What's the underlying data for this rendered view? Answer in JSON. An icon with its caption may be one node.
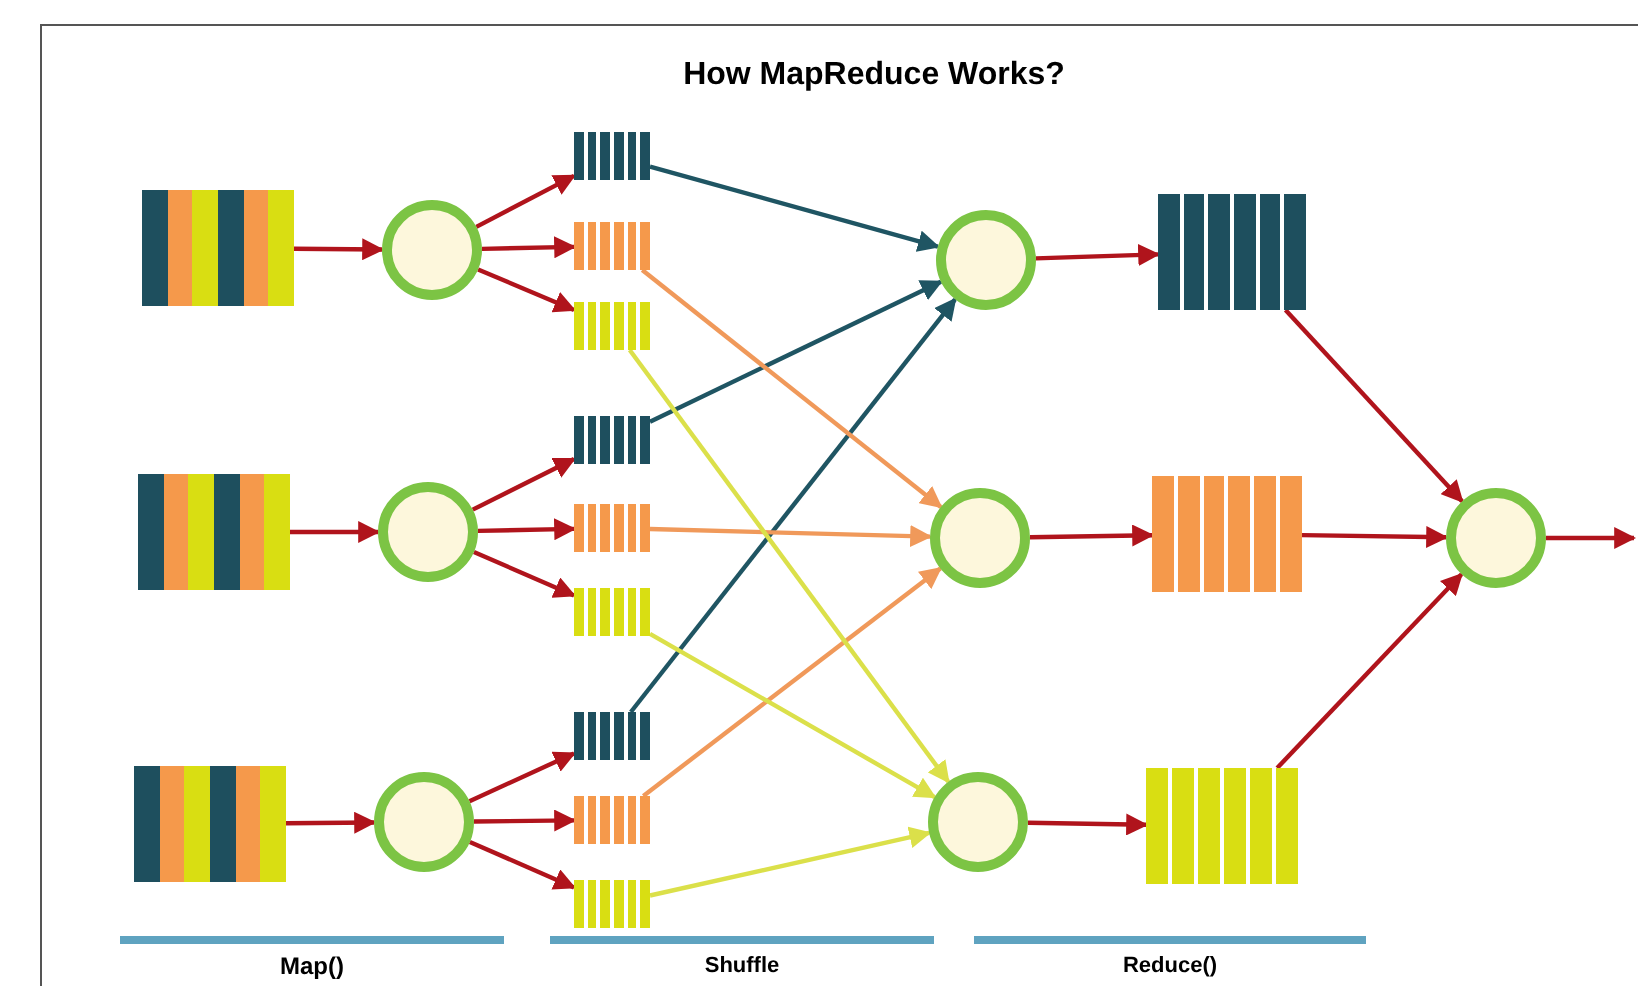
{
  "diagram": {
    "title": "How MapReduce Works?",
    "nodes": [
      {
        "text": [],
        "shape": "bar"
      },
      {
        "text": [],
        "shape": "bar"
      },
      {
        "text": [],
        "shape": "bar"
      },
      {
        "text": [],
        "shape": "circle"
      },
      {
        "text": [],
        "shape": "circle"
      },
      {
        "text": [],
        "shape": "circle"
      },
      {
        "text": [],
        "shape": "bar"
      },
      {
        "text": [],
        "shape": "bar"
      },
      {
        "text": [],
        "shape": "bar"
      },
      {
        "text": [],
        "shape": "bar"
      },
      {
        "text": [],
        "shape": "bar"
      },
      {
        "text": [],
        "shape": "bar"
      },
      {
        "text": [],
        "shape": "bar"
      },
      {
        "text": [],
        "shape": "bar"
      },
      {
        "text": [],
        "shape": "bar"
      },
      {
        "text": [],
        "shape": "circle"
      },
      {
        "text": [],
        "shape": "circle"
      },
      {
        "text": [],
        "shape": "circle"
      },
      {
        "text": [],
        "shape": "bar"
      },
      {
        "text": [],
        "shape": "bar"
      },
      {
        "text": [],
        "shape": "bar"
      },
      {
        "text": [],
        "shape": "circle"
      }
    ],
    "edges": [
      {
        "from": 0,
        "to": 3,
        "arrow": "to"
      },
      {
        "from": 1,
        "to": 4,
        "arrow": "to"
      },
      {
        "from": 2,
        "to": 5,
        "arrow": "to"
      },
      {
        "from": 3,
        "to": 6,
        "arrow": "to"
      },
      {
        "from": 3,
        "to": 7,
        "arrow": "to"
      },
      {
        "from": 3,
        "to": 8,
        "arrow": "to"
      },
      {
        "from": 4,
        "to": 9,
        "arrow": "to"
      },
      {
        "from": 4,
        "to": 10,
        "arrow": "to"
      },
      {
        "from": 4,
        "to": 11,
        "arrow": "to"
      },
      {
        "from": 5,
        "to": 12,
        "arrow": "to"
      },
      {
        "from": 5,
        "to": 13,
        "arrow": "to"
      },
      {
        "from": 5,
        "to": 14,
        "arrow": "to"
      },
      {
        "from": 6,
        "to": 15,
        "arrow": "to",
        "color": "#1f5563"
      },
      {
        "from": 9,
        "to": 15,
        "arrow": "to",
        "color": "#1f5563"
      },
      {
        "from": 12,
        "to": 15,
        "arrow": "to",
        "color": "#1f5563"
      },
      {
        "from": 7,
        "to": 16,
        "arrow": "to",
        "color": "#f0995a"
      },
      {
        "from": 10,
        "to": 16,
        "arrow": "to",
        "color": "#f0995a"
      },
      {
        "from": 13,
        "to": 16,
        "arrow": "to",
        "color": "#f0995a"
      },
      {
        "from": 8,
        "to": 17,
        "arrow": "to",
        "color": "#dbe04a"
      },
      {
        "from": 11,
        "to": 17,
        "arrow": "to",
        "color": "#dbe04a"
      },
      {
        "from": 14,
        "to": 17,
        "arrow": "to",
        "color": "#dbe04a"
      },
      {
        "from": 15,
        "to": 18,
        "arrow": "to"
      },
      {
        "from": 16,
        "to": 19,
        "arrow": "to"
      },
      {
        "from": 17,
        "to": 20,
        "arrow": "to"
      },
      {
        "from": 18,
        "to": 21,
        "arrow": "to"
      },
      {
        "from": 19,
        "to": 21,
        "arrow": "to"
      },
      {
        "from": 20,
        "to": 21,
        "arrow": "to"
      },
      {
        "from": 21,
        "to": null,
        "arrow": "to"
      }
    ],
    "labels": [
      "Map()",
      "Shuffle",
      "Reduce()"
    ]
  }
}
